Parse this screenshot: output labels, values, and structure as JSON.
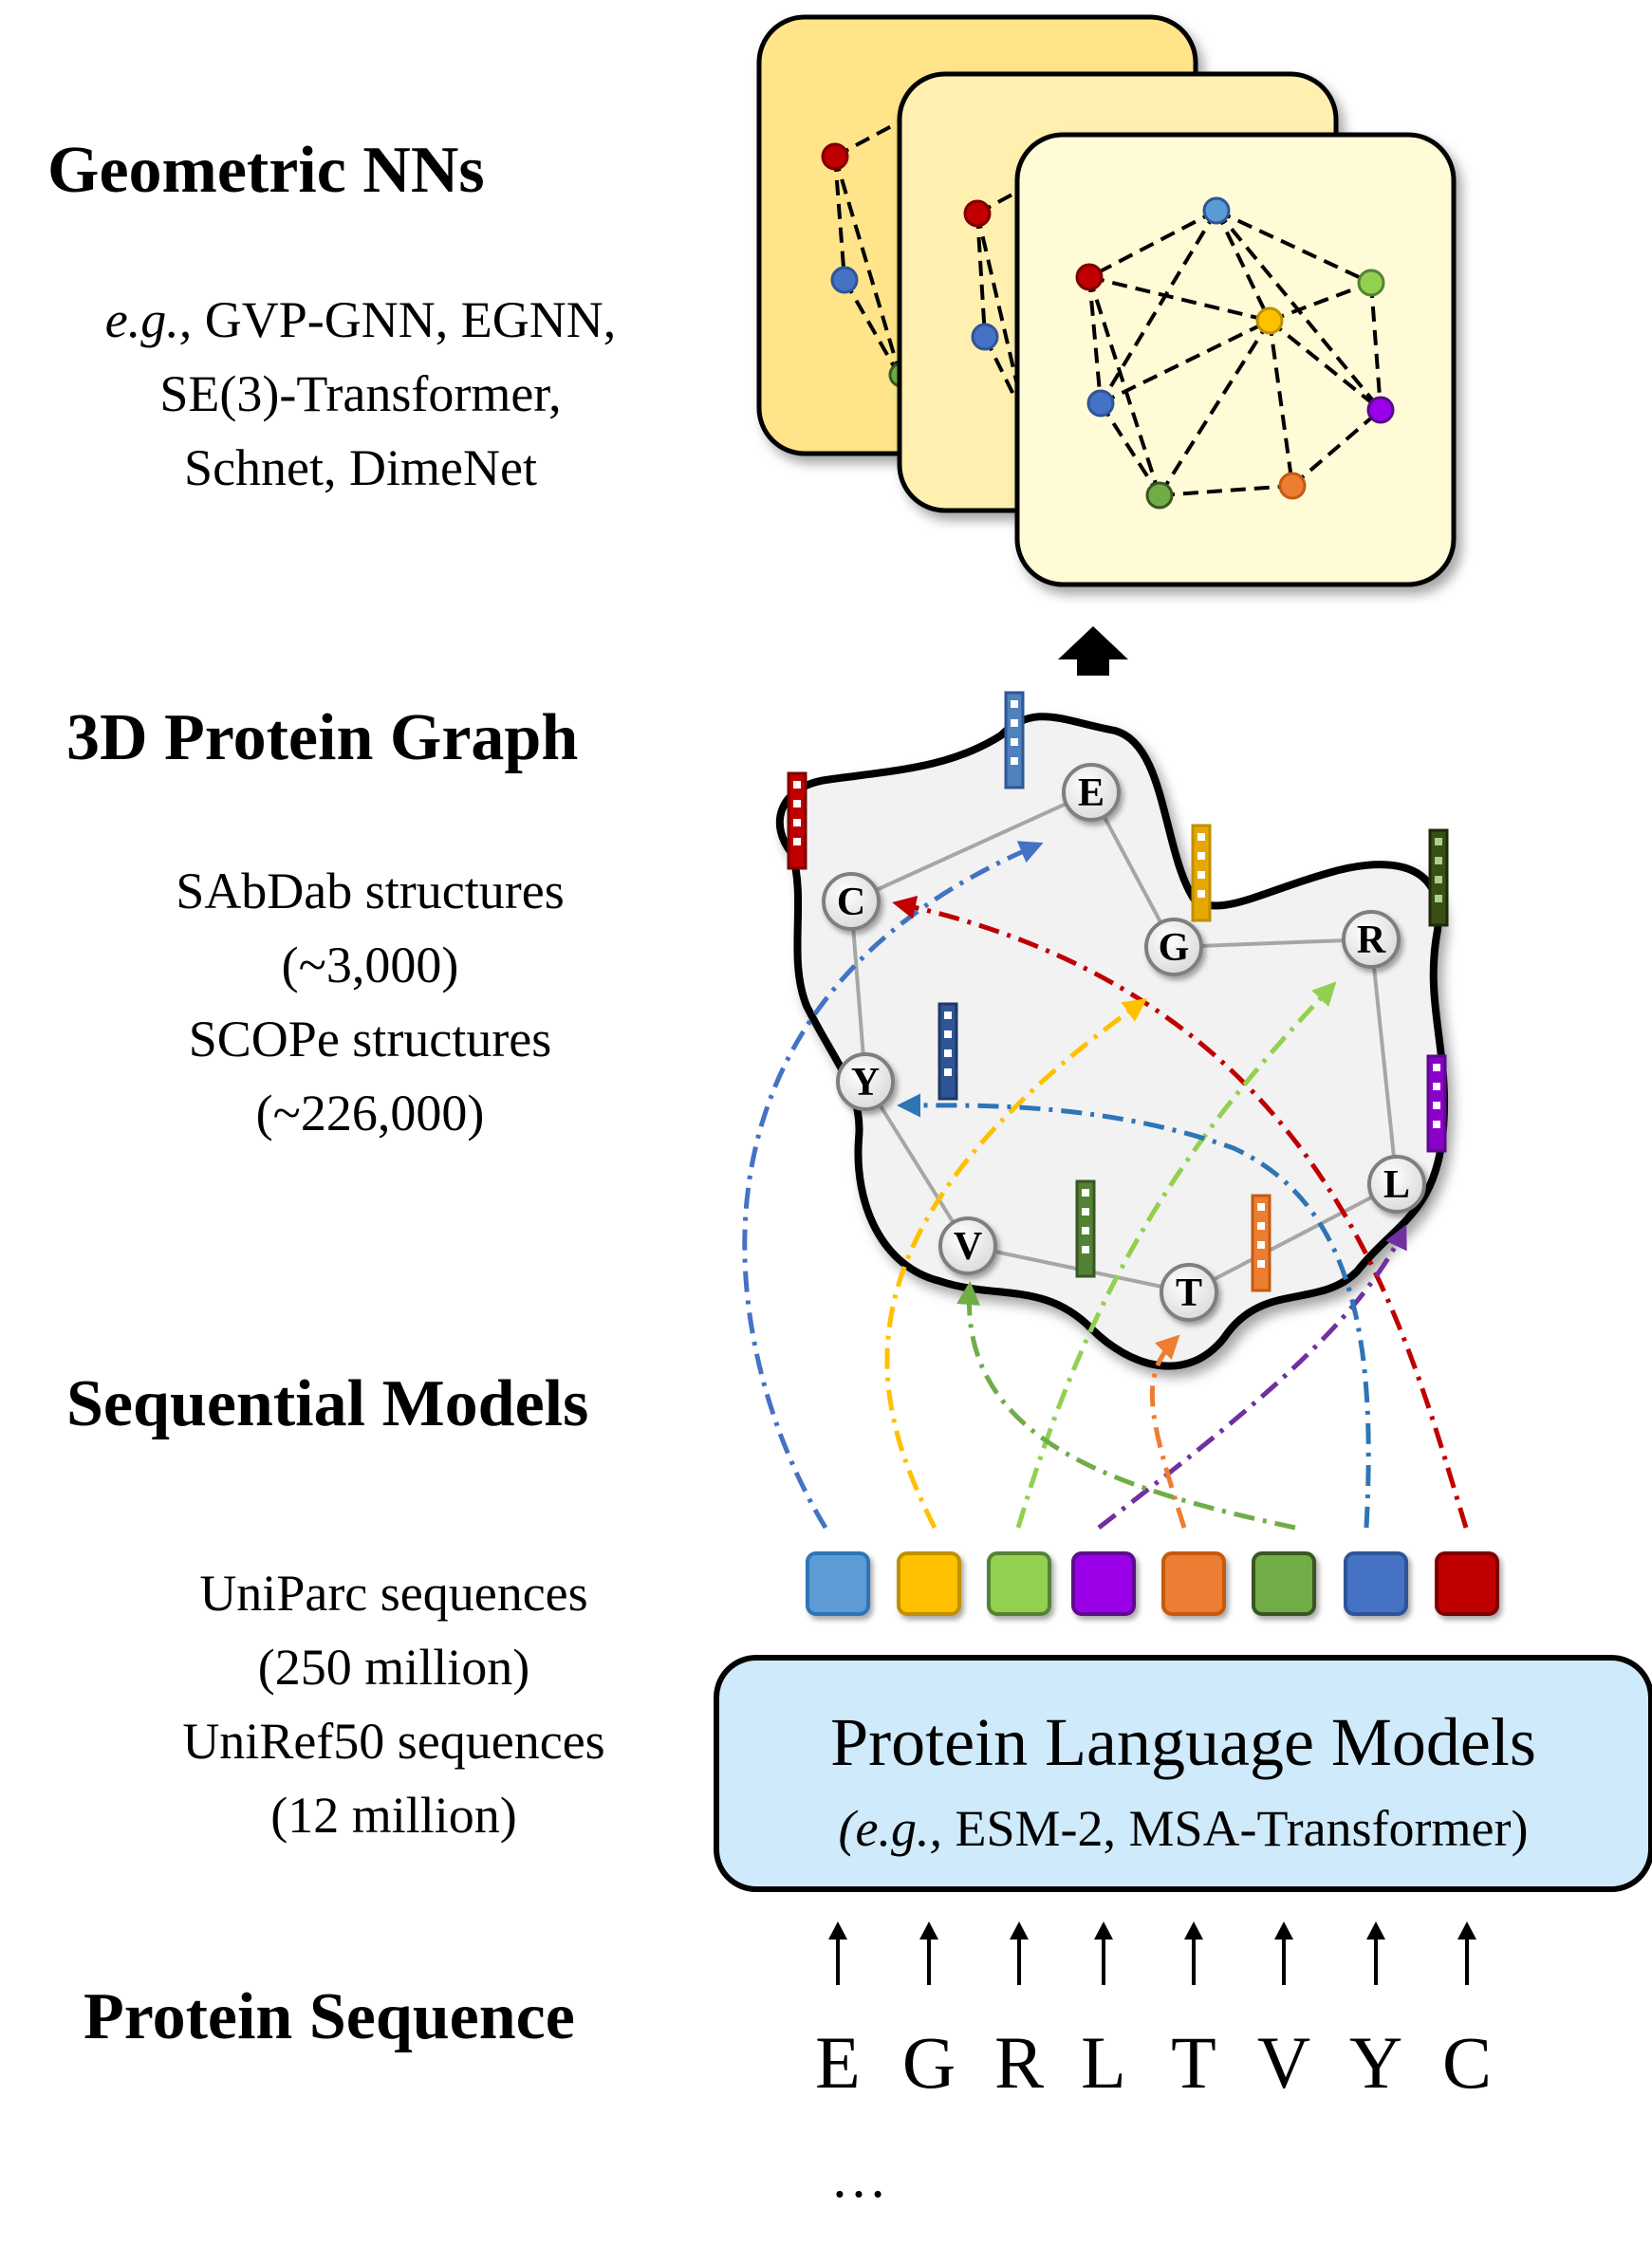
{
  "sections": {
    "geometric": {
      "title": "Geometric NNs",
      "examples_prefix": "e.g.,",
      "examples_line1": " GVP-GNN, EGNN,",
      "examples_line2": "SE(3)-Transformer,",
      "examples_line3": "Schnet, DimeNet"
    },
    "graph": {
      "title": "3D Protein Graph",
      "line1": "SAbDab structures",
      "line2": "(~3,000)",
      "line3": "SCOPe structures",
      "line4": "(~226,000)"
    },
    "sequential": {
      "title": "Sequential Models",
      "line1": "UniParc sequences",
      "line2": "(250 million)",
      "line3": "UniRef50 sequences",
      "line4": "(12 million)"
    },
    "sequence": {
      "title": "Protein Sequence"
    }
  },
  "plm_box": {
    "title": "Protein Language Models",
    "examples_prefix": "(e.g.,",
    "examples_rest": " ESM-2, MSA-Transformer)"
  },
  "sequence_letters": [
    "E",
    "G",
    "R",
    "L",
    "T",
    "V",
    "Y",
    "C"
  ],
  "sequence_ellipsis": "…",
  "graph_nodes": [
    "E",
    "C",
    "G",
    "R",
    "Y",
    "L",
    "V",
    "T"
  ],
  "colors": {
    "token_colors": [
      "#5b9bd5",
      "#ffc000",
      "#92d050",
      "#9b00e8",
      "#ed7d31",
      "#70ad47",
      "#4472c4",
      "#c00000"
    ],
    "panel_back": "#ffe48a",
    "panel_mid": "#fff0b0",
    "panel_front": "#fffbd6",
    "plm_box": "#cfeafa",
    "graph_fill": "#f2f2f2"
  }
}
